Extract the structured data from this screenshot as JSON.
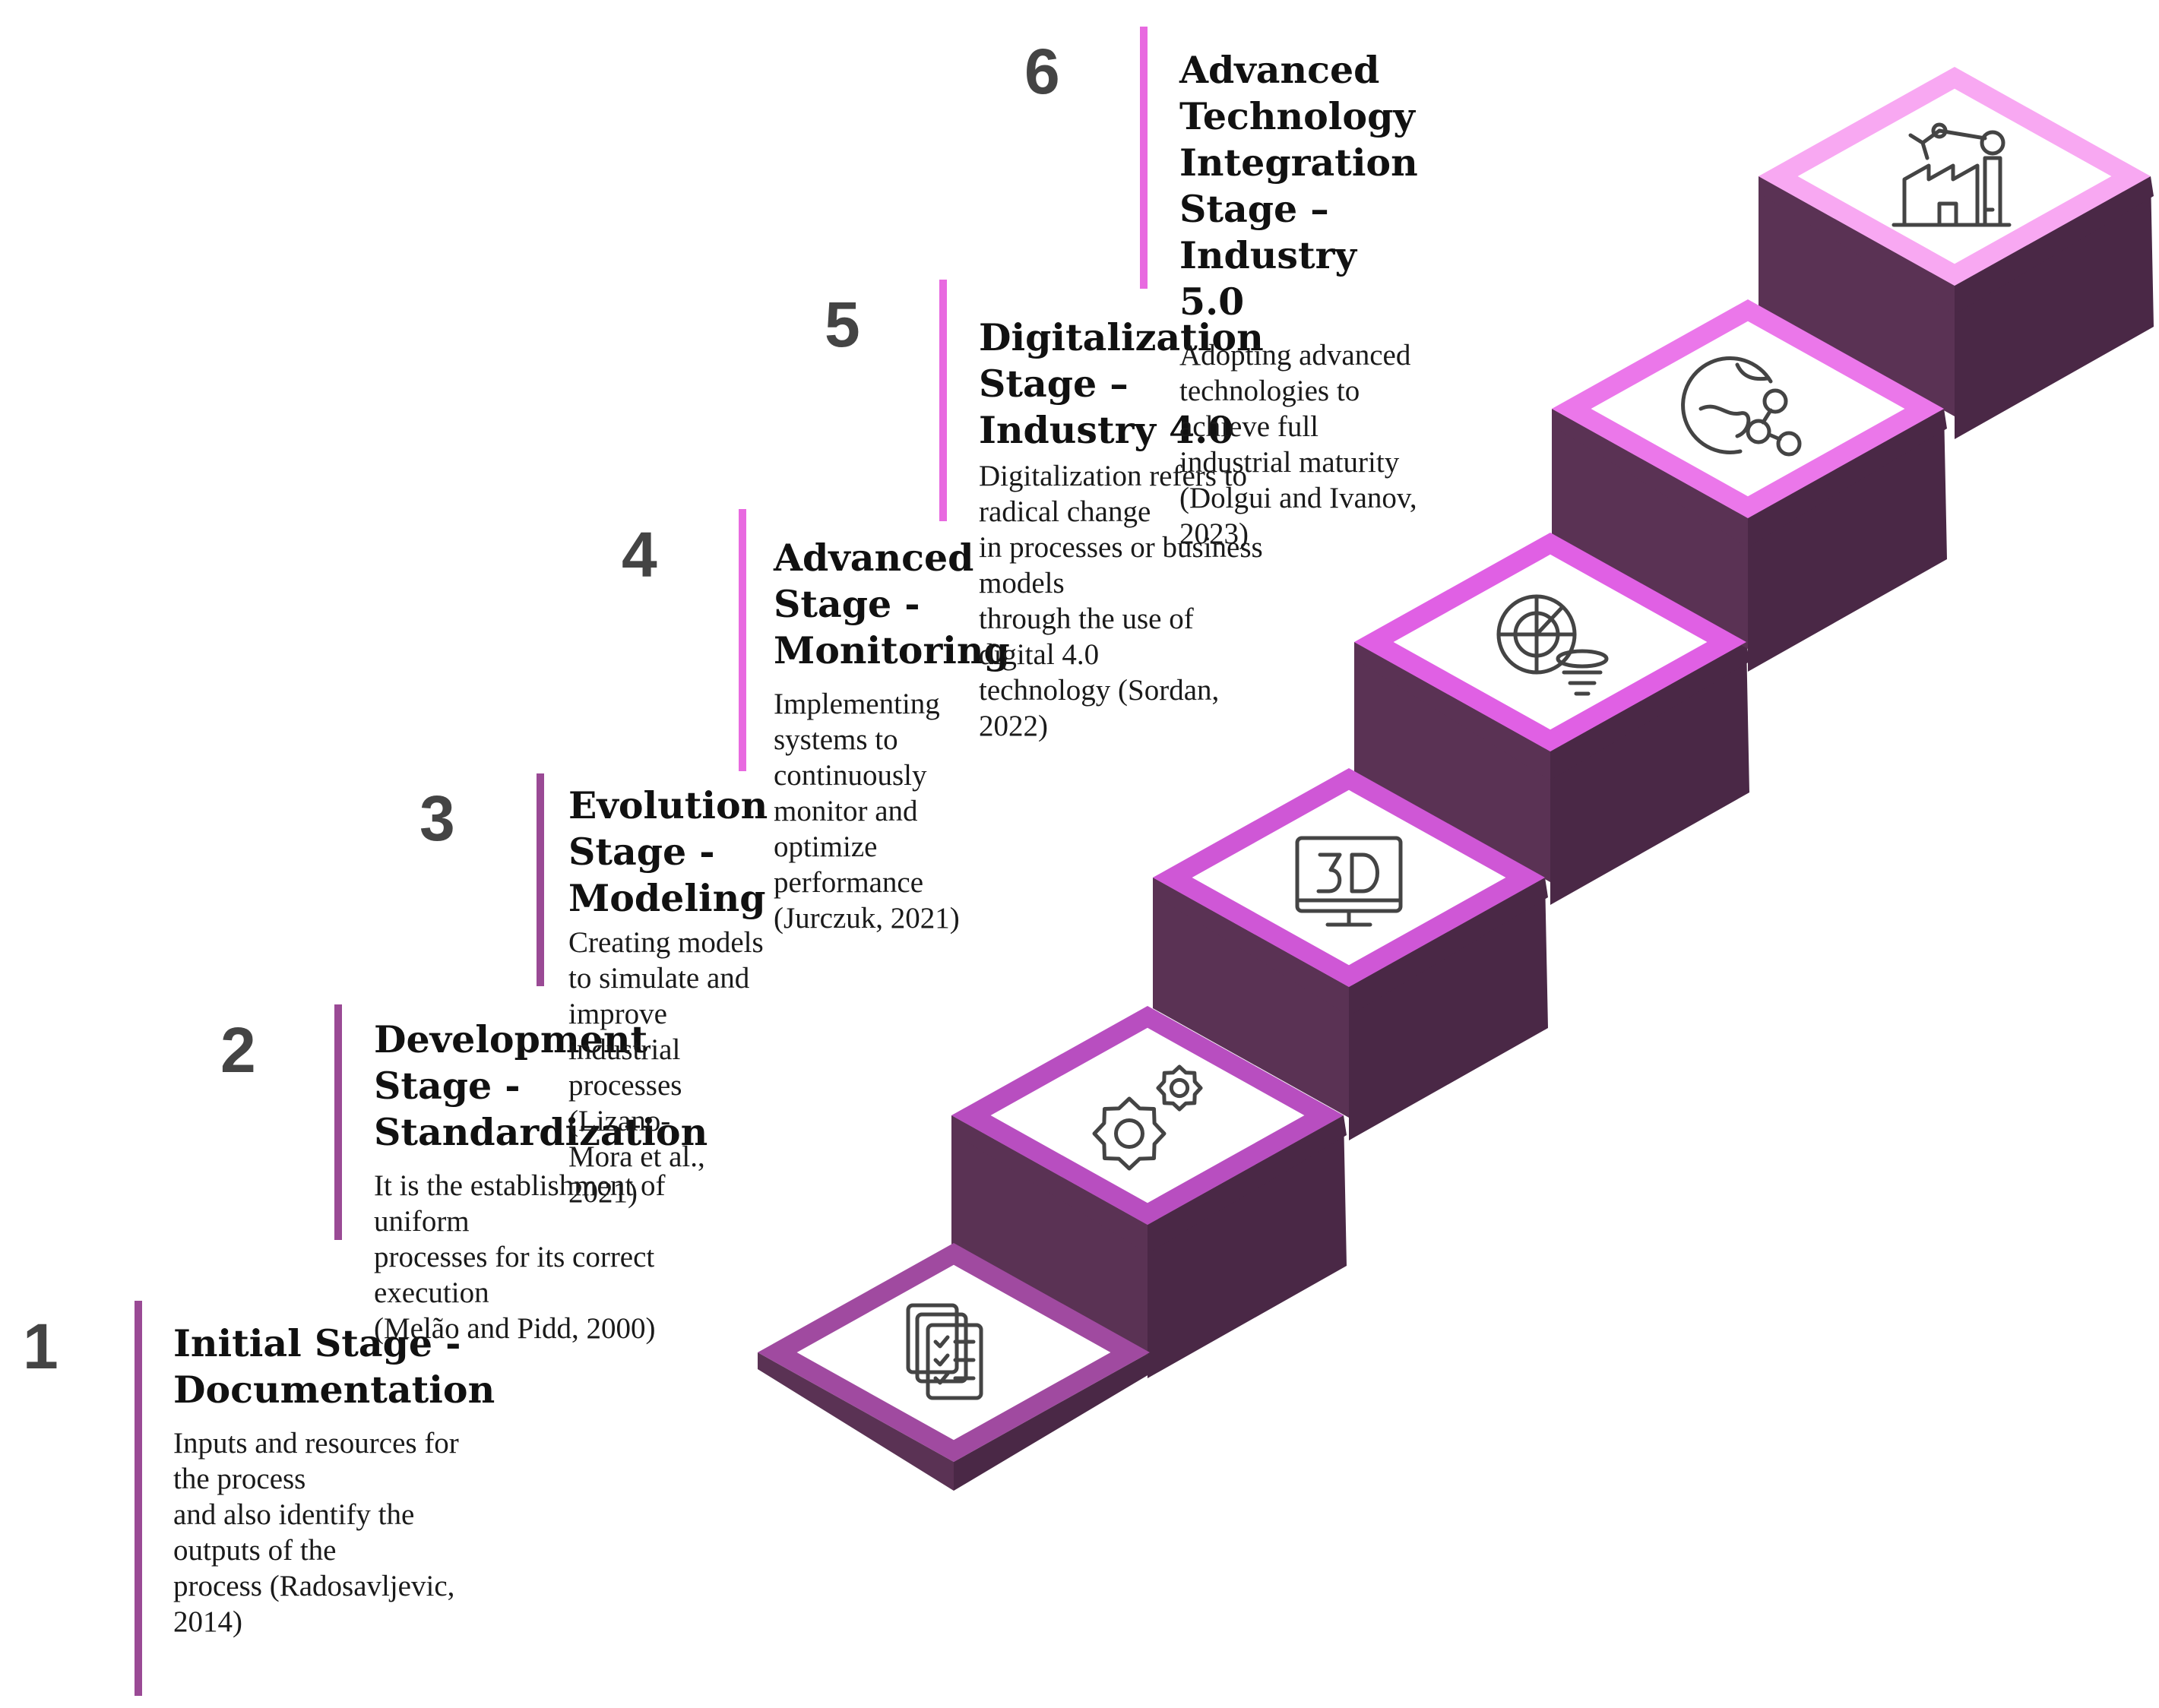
{
  "colors": {
    "riser": "#5a3254",
    "riser_shadow": "#4a2846",
    "bar_dark": "#9a4a95",
    "bar_light": "#e86ae0",
    "frame": [
      "#a04aa0",
      "#b84ec0",
      "#cf57d6",
      "#e060e4",
      "#eb77ea",
      "#f8a8f2"
    ]
  },
  "stages": [
    {
      "number": "1",
      "title_lines": [
        "Initial Stage -",
        "Documentation"
      ],
      "desc_lines": [
        "Inputs and resources for the process",
        "and also identify the outputs of the",
        "process (Radosavljevic, 2014)"
      ],
      "icon": "checklist-documents-icon"
    },
    {
      "number": "2",
      "title_lines": [
        "Development Stage -",
        "Standardization"
      ],
      "desc_lines": [
        "It is the establishment of uniform",
        "processes for its correct execution",
        "(Melão and Pidd, 2000)"
      ],
      "icon": "gears-icon"
    },
    {
      "number": "3",
      "title_lines": [
        "Evolution Stage -",
        "Modeling"
      ],
      "desc_lines": [
        "Creating models to simulate and",
        "improve industrial processes (Lizano-",
        "Mora et al., 2021)"
      ],
      "icon": "3d-monitor-icon"
    },
    {
      "number": "4",
      "title_lines": [
        "Advanced Stage -",
        "Monitoring"
      ],
      "desc_lines": [
        "Implementing systems to continuously",
        "monitor and optimize performance",
        "(Jurczuk, 2021)"
      ],
      "icon": "radar-funnel-icon"
    },
    {
      "number": "5",
      "title_lines": [
        "Digitalization Stage – Industry 4.0"
      ],
      "desc_lines": [
        "Digitalization refers to radical change",
        "in processes or business models",
        "through the use of digital 4.0",
        "technology (Sordan, 2022)"
      ],
      "icon": "globe-network-icon"
    },
    {
      "number": "6",
      "title_lines": [
        "Advanced Technology",
        "Integration Stage – Industry 5.0"
      ],
      "desc_lines": [
        "Adopting advanced technologies to",
        "achieve full industrial maturity",
        "(Dolgui and Ivanov, 2023)"
      ],
      "icon": "smart-factory-icon"
    }
  ]
}
